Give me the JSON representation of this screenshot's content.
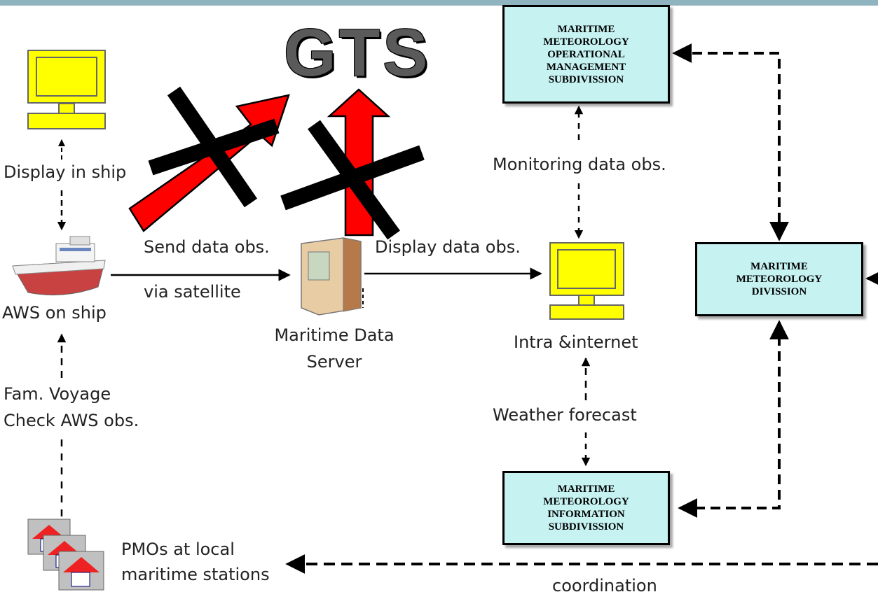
{
  "gts": "GTS",
  "labels": {
    "display_in_ship": "Display in ship",
    "aws_on_ship": "AWS on ship",
    "send_data_obs": "Send data obs.",
    "via_satellite": "via satellite",
    "maritime_data_server": [
      "Maritime Data",
      "Server"
    ],
    "display_data_obs": "Display data obs.",
    "intra_internet": "Intra &internet",
    "monitoring_data_obs": "Monitoring data obs.",
    "weather_forecast": "Weather forecast",
    "fam_voyage": [
      "Fam. Voyage",
      "Check  AWS obs."
    ],
    "pmos": [
      "PMOs at  local",
      "maritime stations"
    ],
    "coordination": "coordination"
  },
  "boxes": {
    "operational": [
      "MARITIME",
      "METEOROLOGY",
      "OPERATIONAL",
      "MANAGEMENT",
      "SUBDIVISSION"
    ],
    "division": [
      "MARITIME",
      "METEOROLOGY",
      "DIVISSION"
    ],
    "information": [
      "MARITIME",
      "METEOROLOGY",
      "INFORMATION",
      "SUBDIVISSION"
    ]
  },
  "icons": [
    "computer-icon",
    "ship-icon",
    "server-icon",
    "house-icon"
  ],
  "colors": {
    "box_fill": "#c6f2f2",
    "monitor": "#ffff00",
    "arrow_red": "#ff0000",
    "topbar": "#8fb3bf"
  }
}
